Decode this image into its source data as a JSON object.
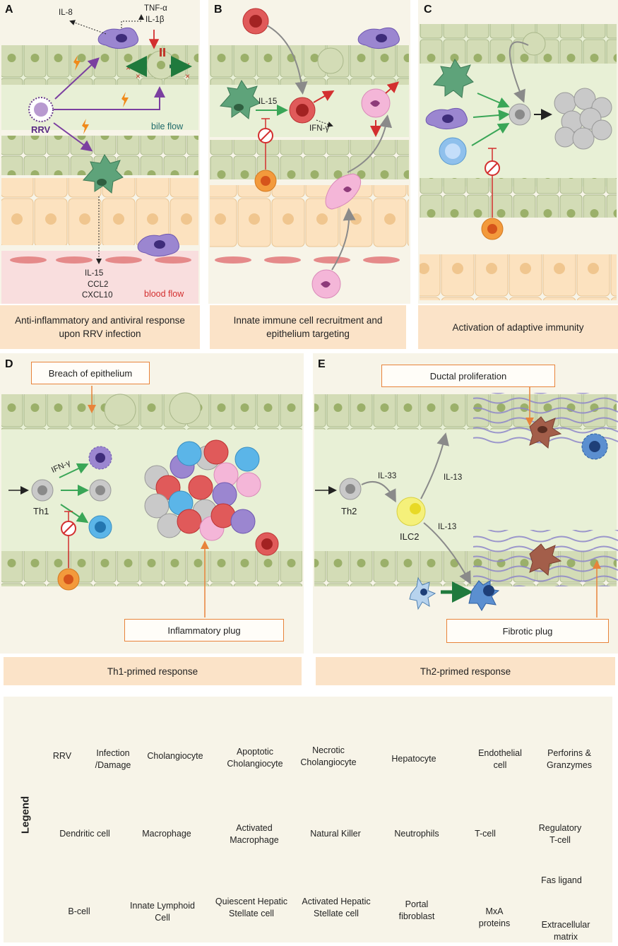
{
  "panels": {
    "A": {
      "letter": "A",
      "caption": "Anti-inflammatory and antiviral response upon RRV infection",
      "labels": {
        "il8": "IL-8",
        "tnf": "TNF-α",
        "il1b": "IL-1β",
        "rrv": "RRV",
        "bile": "bile flow",
        "il15": "IL-15",
        "ccl2": "CCL2",
        "cxcl10": "CXCL10",
        "blood": "blood flow"
      }
    },
    "B": {
      "letter": "B",
      "caption": "Innate immune cell recruitment and epithelium targeting",
      "labels": {
        "il15": "IL-15",
        "ifng": "IFN-γ"
      }
    },
    "C": {
      "letter": "C",
      "caption": "Activation of adaptive immunity"
    },
    "D": {
      "letter": "D",
      "caption": "Th1-primed response",
      "labels": {
        "breach": "Breach of epithelium",
        "ifng": "IFN-γ",
        "th1": "Th1",
        "plug": "Inflammatory plug"
      }
    },
    "E": {
      "letter": "E",
      "caption": "Th2-primed response",
      "labels": {
        "ductal": "Ductal proliferation",
        "il33": "IL-33",
        "il13a": "IL-13",
        "il13b": "IL-13",
        "th2": "Th2",
        "ilc2": "ILC2",
        "plug": "Fibrotic plug"
      }
    }
  },
  "legend": {
    "title": "Legend",
    "row1": [
      {
        "icon": "rrv-virus-icon",
        "label": "RRV"
      },
      {
        "icon": "lightning-icon",
        "label": "Infection /Damage"
      },
      {
        "icon": "cholangiocyte-icon",
        "label": "Cholangiocyte"
      },
      {
        "icon": "apoptotic-cholangiocyte-icon",
        "label": "Apoptotic Cholangiocyte"
      },
      {
        "icon": "necrotic-cholangiocyte-icon",
        "label": "Necrotic Cholangiocyte"
      },
      {
        "icon": "hepatocyte-icon",
        "label": "Hepatocyte"
      },
      {
        "icon": "endothelial-cell-icon",
        "label": "Endothelial cell"
      },
      {
        "icon": "perforins-granzymes-icon",
        "label": "Perforins & Granzymes"
      }
    ],
    "row2": [
      {
        "icon": "dendritic-cell-icon",
        "label": "Dendritic cell"
      },
      {
        "icon": "macrophage-icon",
        "label": "Macrophage"
      },
      {
        "icon": "activated-macrophage-icon",
        "label": "Activated Macrophage"
      },
      {
        "icon": "natural-killer-icon",
        "label": "Natural Killer"
      },
      {
        "icon": "neutrophil-icon",
        "label": "Neutrophils"
      },
      {
        "icon": "t-cell-icon",
        "label": "T-cell"
      },
      {
        "icon": "regulatory-t-cell-icon",
        "label": "Regulatory T-cell"
      }
    ],
    "row3": [
      {
        "icon": "b-cell-icon",
        "label": "B-cell"
      },
      {
        "icon": "innate-lymphoid-cell-icon",
        "label": "Innate Lymphoid Cell"
      },
      {
        "icon": "quiescent-hsc-icon",
        "label": "Quiescent Hepatic Stellate cell"
      },
      {
        "icon": "activated-hsc-icon",
        "label": "Activated Hepatic Stellate cell"
      },
      {
        "icon": "portal-fibroblast-icon",
        "label": "Portal fibroblast"
      },
      {
        "icon": "mxa-proteins-icon",
        "label": "MxA proteins"
      },
      {
        "icon": "fas-ligand-icon",
        "label": "Fas ligand"
      },
      {
        "icon": "extracellular-matrix-icon",
        "label": "Extracellular matrix"
      }
    ]
  },
  "colors": {
    "panel_bg": "#f7f4e8",
    "caption_bg": "#fbe3c8",
    "cholangiocyte": "#d3dcb6",
    "lumen": "#e8f0d6",
    "hepatocyte": "#fce2bf",
    "endothelial": "#e58a8a",
    "arrow_purple": "#7b3fa0",
    "arrow_green": "#3aa657",
    "arrow_red": "#d32f2f",
    "box_orange": "#e8833a"
  }
}
